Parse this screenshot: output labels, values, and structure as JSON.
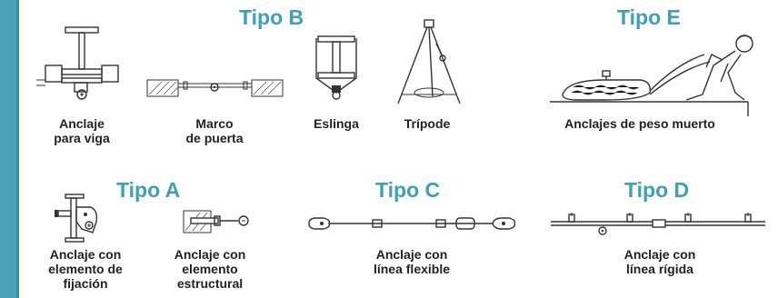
{
  "colors": {
    "accent": "#3ea0b6",
    "stripe": "#4aa3b8",
    "text": "#222222"
  },
  "sections": {
    "tipo_b": {
      "heading": "Tipo B"
    },
    "tipo_e": {
      "heading": "Tipo E"
    },
    "tipo_a": {
      "heading": "Tipo A"
    },
    "tipo_c": {
      "heading": "Tipo C"
    },
    "tipo_d": {
      "heading": "Tipo D"
    }
  },
  "items": {
    "anclaje_viga": {
      "line1": "Anclaje",
      "line2": "para viga"
    },
    "marco_puerta": {
      "line1": "Marco",
      "line2": "de puerta"
    },
    "eslinga": {
      "line1": "Eslinga"
    },
    "tripode": {
      "line1": "Trípode"
    },
    "peso_muerto": {
      "line1": "Anclajes de peso muerto"
    },
    "elemento_fijacion": {
      "line1": "Anclaje con",
      "line2": "elemento de",
      "line3": "fijación"
    },
    "elemento_estructural": {
      "line1": "Anclaje con",
      "line2": "elemento",
      "line3": "estructural"
    },
    "linea_flexible": {
      "line1": "Anclaje con",
      "line2": "línea flexible"
    },
    "linea_rigida": {
      "line1": "Anclaje con",
      "line2": "línea rígida"
    }
  }
}
